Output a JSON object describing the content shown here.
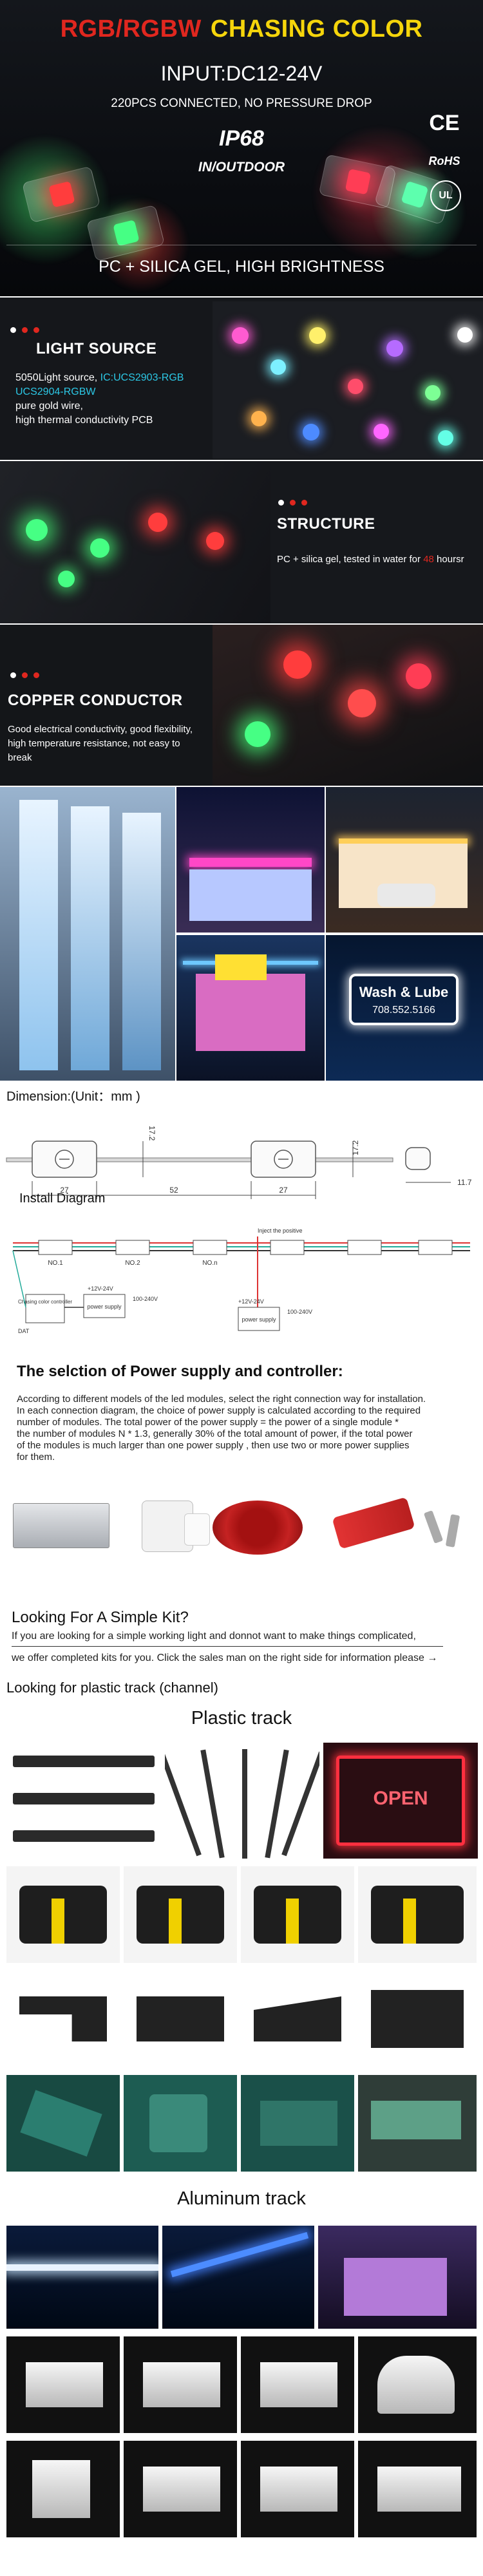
{
  "hero": {
    "title_rgb": "RGB/RGBW",
    "title_chasing": "CHASING COLOR",
    "input": "INPUT:DC12-24V",
    "connected": "220PCS CONNECTED, NO PRESSURE DROP",
    "ip": "IP68",
    "inout": "IN/OUTDOOR",
    "material": "PC + SILICA GEL, HIGH BRIGHTNESS",
    "cert_ce": "CE",
    "cert_rohs": "RoHS",
    "cert_ul": "UL"
  },
  "light_source": {
    "title": "LIGHT SOURCE",
    "line1": "5050Light source,",
    "ic1": "IC:UCS2903-RGB",
    "ic2": "UCS2904-RGBW",
    "line3": "pure gold wire,",
    "line4": "high thermal conductivity PCB"
  },
  "structure": {
    "title": "STRUCTURE",
    "text_pre": "PC + silica gel, tested in water for",
    "hours": "48",
    "text_post": "hoursr"
  },
  "copper": {
    "title": "COPPER CONDUCTOR",
    "line1": "Good electrical conductivity, good flexibility,",
    "line2": "high temperature resistance, not easy to",
    "line3": "break"
  },
  "applications": {
    "sign_wash": "Wash & Lube",
    "sign_phone": "708.552.5166"
  },
  "dimension": {
    "label": "Dimension:(Unit：mm )",
    "d_pitch_left": "27",
    "d_spacing": "52",
    "d_pitch_right": "27",
    "d_height": "17.2",
    "d_height_right": "17.2",
    "d_side": "11.7"
  },
  "install": {
    "label": "Install Diagram",
    "ic1": "NO.1",
    "ic2": "NO.2",
    "icn": "NO.n",
    "note": "Inject the positive",
    "dc": "+12V-24V",
    "ac": "100-240V",
    "psu": "power supply",
    "controller": "Chasing color controller",
    "dat": "DAT"
  },
  "power": {
    "heading": "The selction of Power supply and controller:",
    "p1": "According to different models of the led modules, select the right connection way for installation.",
    "p2": "In each connection diagram, the choice of power supply is calculated according to the required",
    "p3": "number of modules. The total power of the power supply = the power of a single module *",
    "p4": "the number of modules N * 1.3, generally 30% of the total amount of power, if the total power",
    "p5": "of the modules is much larger than one power supply , then use two or more power supplies",
    "p6": "for them."
  },
  "kit": {
    "heading": "Looking For A Simple Kit?",
    "line1": "If you are looking for a simple working light and donnot want to make things complicated,",
    "line2": "we offer completed kits for you. Click the sales man on the right side for information please →"
  },
  "plastic": {
    "label": "Looking for plastic track (channel)",
    "title": "Plastic track",
    "sign": "OPEN"
  },
  "aluminum": {
    "title": "Aluminum track"
  }
}
